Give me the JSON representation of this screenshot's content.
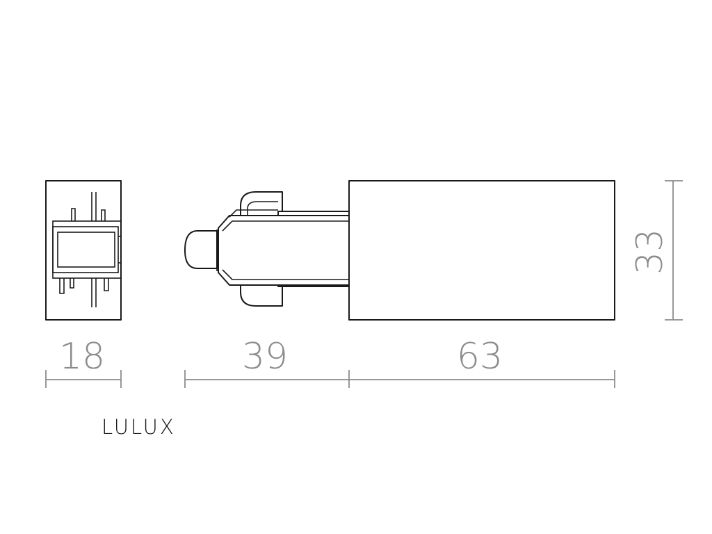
{
  "dimensions": {
    "width_end": "18",
    "length_connector": "39",
    "length_body": "63",
    "height": "33"
  },
  "brand": {
    "name": "LULUX"
  },
  "colors": {
    "outline": "#1a1a1a",
    "dimension": "#8c8c8c",
    "background": "#ffffff"
  }
}
